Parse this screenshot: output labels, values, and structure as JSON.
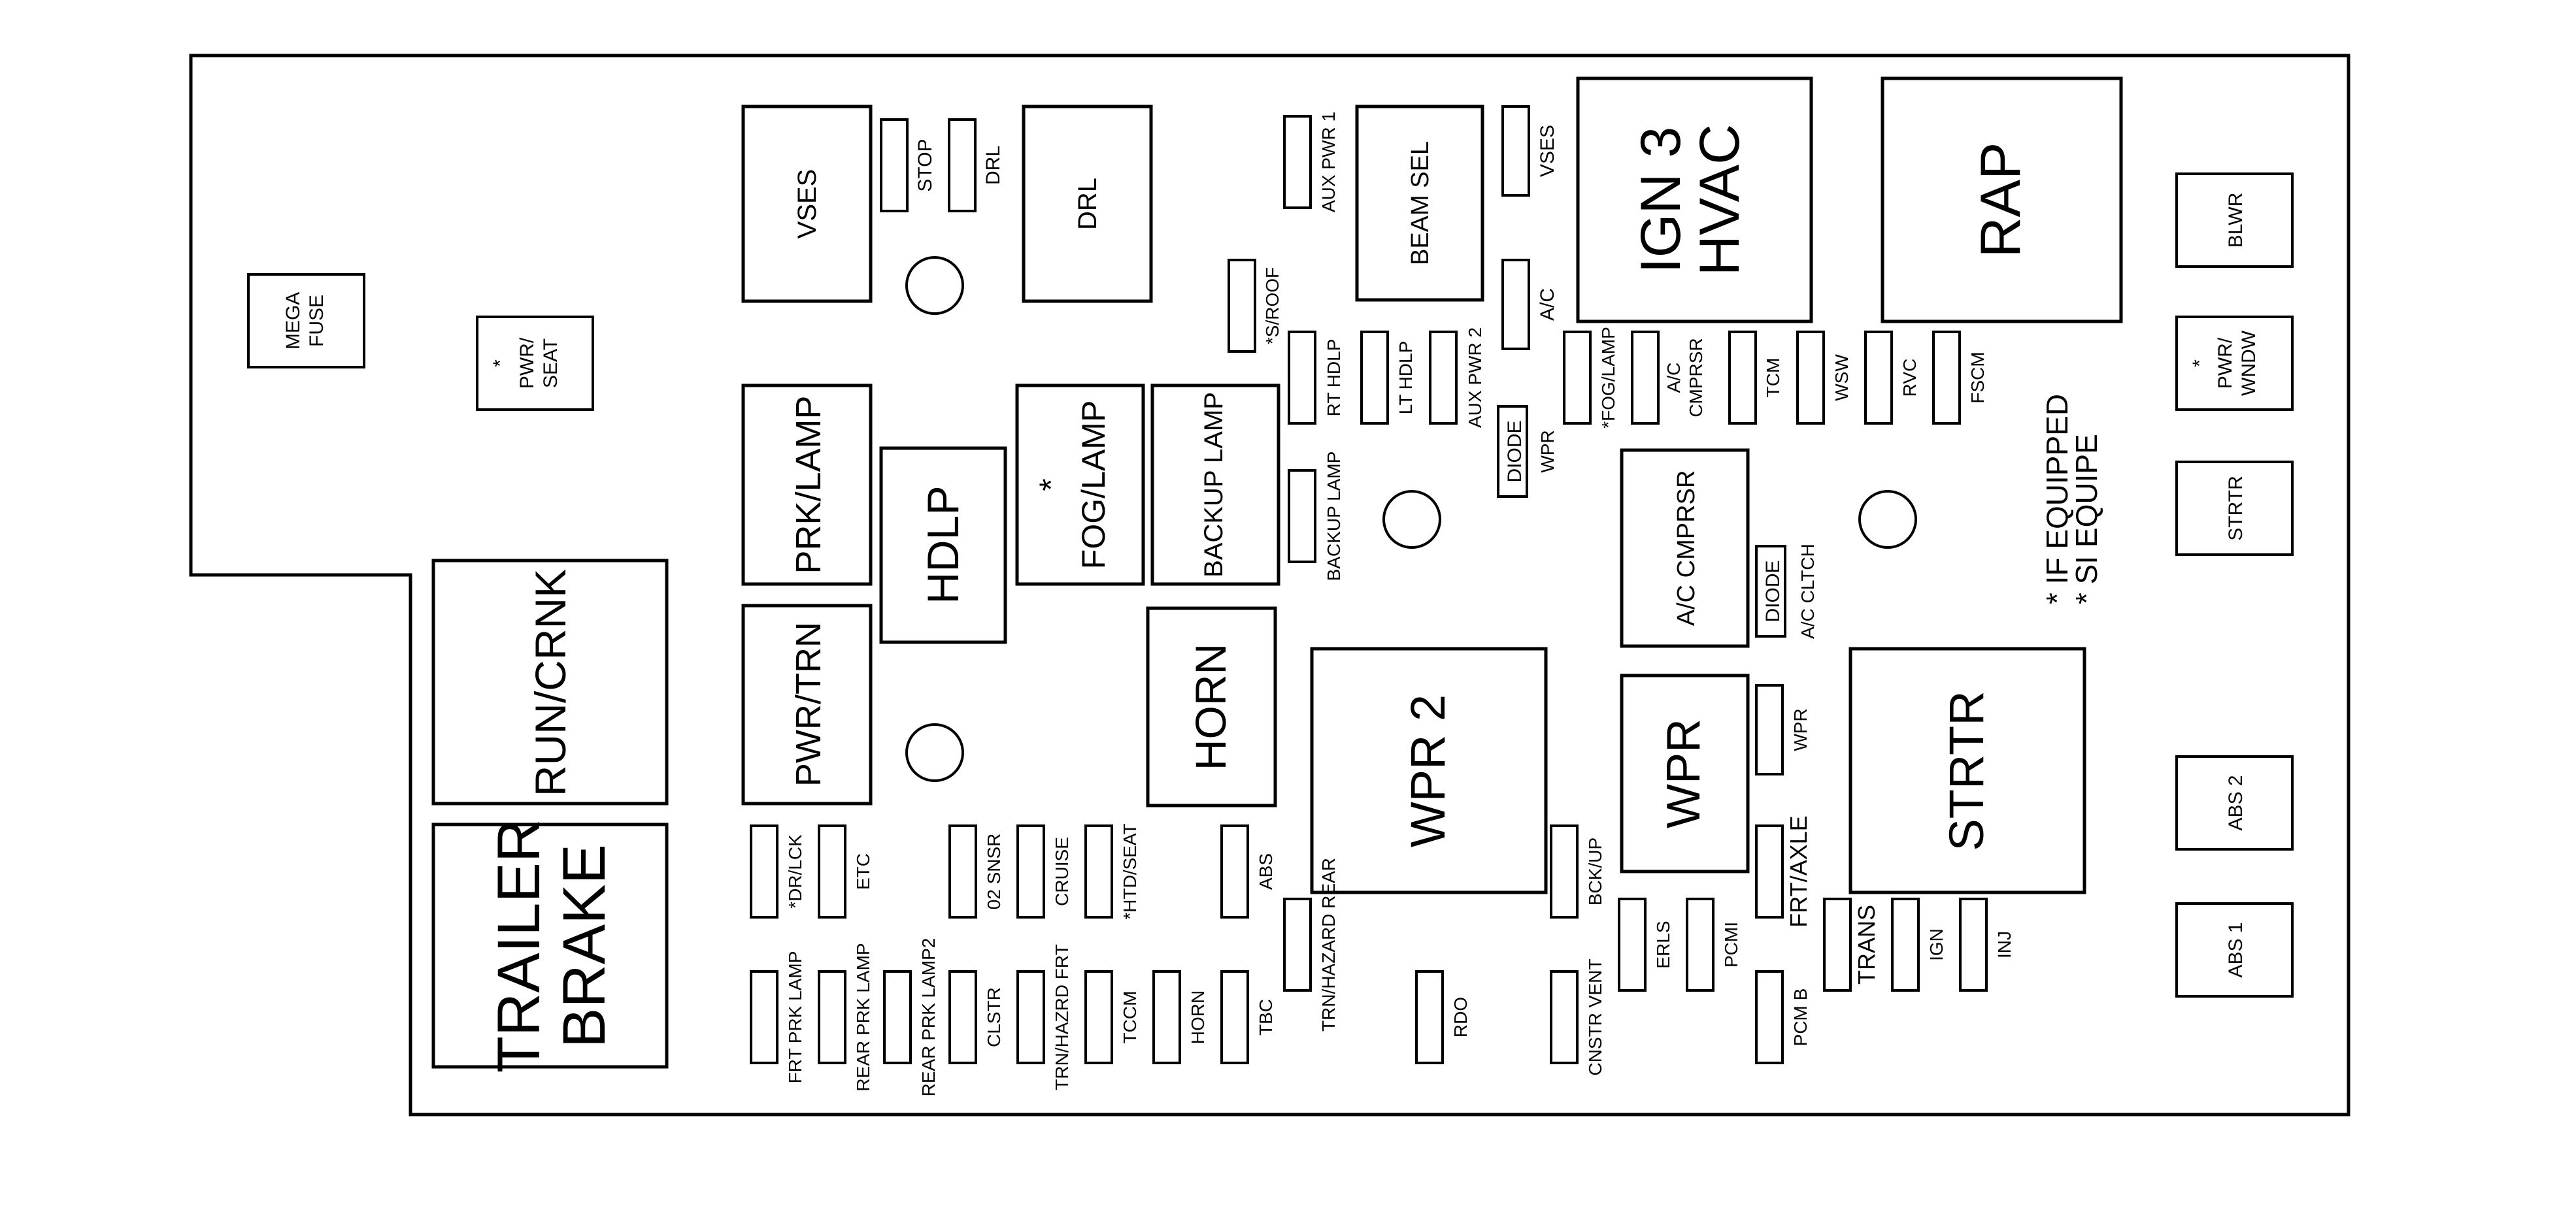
{
  "relays": {
    "run_crnk": "RUN/CRNK",
    "trailer_brake_1": "TRAILER",
    "trailer_brake_2": "BRAKE",
    "prk_lamp": "PRK/LAMP",
    "pwr_trn": "PWR/TRN",
    "hdlp": "HDLP",
    "fog_lamp_star": "*",
    "fog_lamp": "FOG/LAMP",
    "backup_lamp": "BACKUP LAMP",
    "horn": "HORN",
    "vses": "VSES",
    "drl": "DRL",
    "beam_sel": "BEAM SEL",
    "wpr2": "WPR 2",
    "ign3_1": "IGN 3",
    "ign3_2": "HVAC",
    "rap": "RAP",
    "ac_cmprsr": "A/C CMPRSR",
    "wpr": "WPR",
    "strtr": "STRTR"
  },
  "fuses": {
    "mega_fuse_1": "MEGA",
    "mega_fuse_2": "FUSE",
    "pwr_seat_star": "*",
    "pwr_seat_1": "PWR/",
    "pwr_seat_2": "SEAT",
    "stop": "STOP",
    "drl": "DRL",
    "aux_pwr_1": "AUX PWR 1",
    "vses": "VSES",
    "s_roof": "*S/ROOF",
    "rt_hdlp": "RT HDLP",
    "lt_hdlp": "LT HDLP",
    "aux_pwr_2": "AUX PWR 2",
    "ac": "A/C",
    "diode_1": "DIODE",
    "wpr_small": "WPR",
    "fog_lamp_fuse": "*FOG/LAMP",
    "ac_cmprsr_fuse_1": "A/C",
    "ac_cmprsr_fuse_2": "CMPRSR",
    "tcm": "TCM",
    "wsw": "WSW",
    "rvc": "RVC",
    "fscm": "FSCM",
    "backup_lamp_fuse": "BACKUP LAMP",
    "diode_2": "DIODE",
    "ac_clutch": "A/C CLTCH",
    "wpr_fuse": "WPR",
    "frt_axle": "FRT/AXLE",
    "bck_up": "BCK/UP",
    "erls": "ERLS",
    "pcmi": "PCMI",
    "pcm_b": "PCM B",
    "cnstr_vent": "CNSTR VENT",
    "trans": "TRANS",
    "ign": "IGN",
    "inj": "INJ",
    "rdo": "RDO",
    "trn_hazard_rear": "TRN/HAZARD REAR",
    "dr_lck": "*DR/LCK",
    "etc": "ETC",
    "o2_snsr": "02 SNSR",
    "cruise": "CRUISE",
    "htd_seat": "*HTD/SEAT",
    "abs": "ABS",
    "frt_prk_lamp": "FRT PRK LAMP",
    "rear_prk_lamp": "REAR PRK LAMP",
    "rear_prk_lamp2": "REAR PRK LAMP2",
    "clstr": "CLSTR",
    "trn_hazrd_frt": "TRN/HAZRD FRT",
    "tccm": "TCCM",
    "horn": "HORN",
    "tbc": "TBC",
    "blwr": "BLWR",
    "pwr_wndw_star": "*",
    "pwr_wndw_1": "PWR/",
    "pwr_wndw_2": "WNDW",
    "strtr": "STRTR",
    "abs2": "ABS 2",
    "abs1": "ABS 1"
  },
  "legend": {
    "line1": "*  IF EQUIPPED",
    "line2": "*  SI EQUIPE"
  }
}
